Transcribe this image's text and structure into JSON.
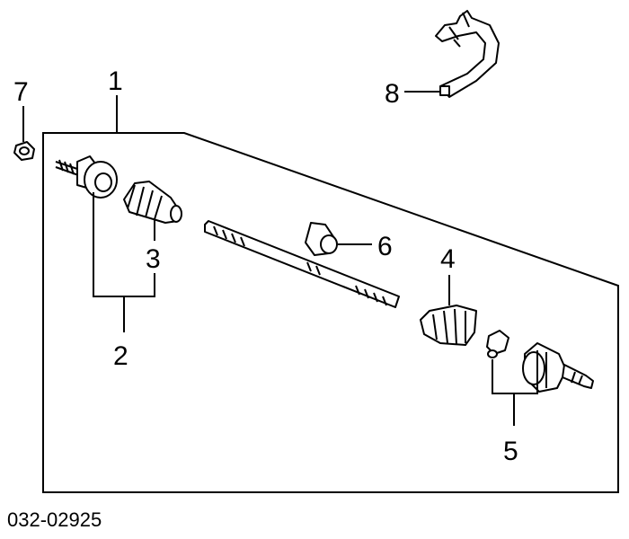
{
  "callouts": {
    "c1": "1",
    "c2": "2",
    "c3": "3",
    "c4": "4",
    "c5": "5",
    "c6": "6",
    "c7": "7",
    "c8": "8"
  },
  "reference_code": "032-02925",
  "colors": {
    "line": "#000000",
    "background": "#ffffff"
  }
}
